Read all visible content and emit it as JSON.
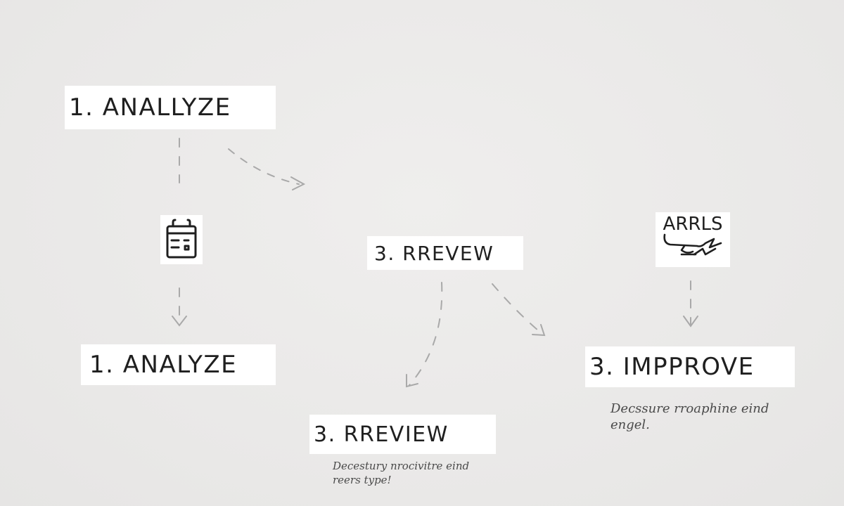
{
  "labels": {
    "analyze_top": "1. ANALLYZE",
    "analyze_bottom": "1. ANALYZE",
    "review_middle": "3. RREVEW",
    "review_bottom": "3. RREVIEW",
    "improve": "3. IMPPROVE",
    "arrows_icon_text": "ARRLS"
  },
  "notes": {
    "review_note_line1": "Decestury nrocivitre eind",
    "review_note_line2": "reers type!",
    "improve_note_line1": "Decssure rroaphine eind",
    "improve_note_line2": "engel."
  },
  "icons": [
    "calendar-icon",
    "arrows-sketch-icon"
  ],
  "colors": {
    "background": "#ecebea",
    "box": "#ffffff",
    "text": "#1f1f1f",
    "connector": "#a9a9a9"
  }
}
